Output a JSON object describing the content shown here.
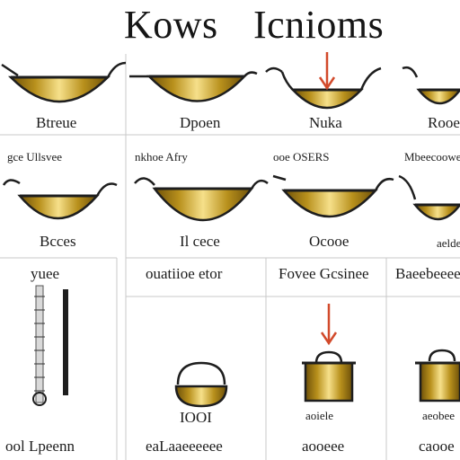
{
  "title": {
    "left": "Kows",
    "right": "Icnioms"
  },
  "row1": {
    "labels": [
      "Btreue",
      "Dpoen",
      "Nuka",
      "Rooe"
    ],
    "captions": [
      "gce Ullsvee",
      "nkhoe Afry",
      "ooe OSERS",
      "Mbeecoowe"
    ]
  },
  "row2": {
    "labels": [
      "Bcces",
      "Il cece",
      "Ocooe",
      "aeldewe"
    ]
  },
  "row3": {
    "headings": [
      "yuee",
      "ouatiioe etor",
      "Fovee Gcsinee",
      "Baeebeeee"
    ]
  },
  "left_column": {
    "footer": "ool Lpeenn"
  },
  "row4": {
    "labels": [
      "IOOI",
      "aoiele",
      "aeobee"
    ],
    "captions": [
      "eaLaaeeeeee",
      "aooeee",
      "caooe"
    ]
  },
  "colors": {
    "gold": "#c9a227",
    "gold_dark": "#7d5d0c",
    "outline": "#1e1e1e",
    "arrow": "#d24a2b"
  },
  "icons": [
    "wok-icon",
    "pan-icon",
    "pot-icon",
    "arrow-down-icon",
    "ruler-icon"
  ]
}
